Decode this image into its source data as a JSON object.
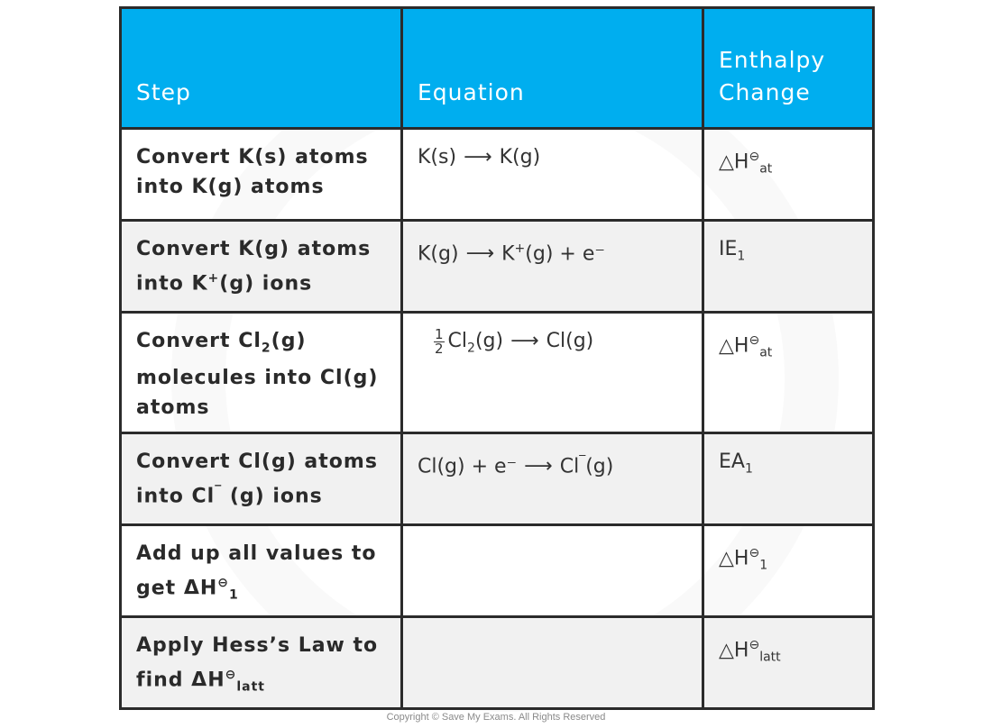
{
  "table": {
    "headers": [
      "Step",
      "Equation",
      "Enthalpy Change"
    ],
    "rows": [
      {
        "step": [
          "Convert K(s) atoms",
          "into K(g) atoms"
        ],
        "equation": {
          "lhs": "K(s)",
          "arrow": "⟶",
          "rhs": "K(g)"
        },
        "enthalpy": {
          "base": "△H",
          "sup": "⊖",
          "sub": "at"
        }
      },
      {
        "step": [
          "Convert K(g) atoms",
          "into K",
          "+",
          "(g) ions"
        ],
        "equation": {
          "lhs": "K(g)",
          "arrow": "⟶",
          "rhs_a": "K",
          "rhs_sup": "+",
          "rhs_b": "(g) + e⁻"
        },
        "enthalpy": {
          "base": "IE",
          "sub": "1"
        }
      },
      {
        "step": [
          "Convert Cl",
          "2",
          "(g)",
          "molecules into Cl(g)",
          "atoms"
        ],
        "equation": {
          "frac_num": "1",
          "frac_den": "2",
          "lhs_a": "Cl",
          "lhs_sub": "2",
          "lhs_b": "(g)",
          "arrow": "⟶",
          "rhs": "Cl(g)"
        },
        "enthalpy": {
          "base": "△H",
          "sup": "⊖",
          "sub": "at"
        }
      },
      {
        "step": [
          "Convert Cl(g) atoms",
          "into Cl",
          "‾",
          " (g) ions"
        ],
        "equation": {
          "lhs": "Cl(g) + e⁻",
          "arrow": "⟶",
          "rhs_a": "Cl",
          "rhs_sup": "‾",
          "rhs_b": "(g)"
        },
        "enthalpy": {
          "base": "EA",
          "sub": "1"
        }
      },
      {
        "step": [
          "Add up all values to",
          "get ΔH",
          "⊖",
          "1"
        ],
        "equation": {},
        "enthalpy": {
          "base": "△H",
          "sup": "⊖",
          "sub": "1"
        }
      },
      {
        "step": [
          "Apply Hess’s Law to",
          "find ΔH",
          "⊖",
          "latt"
        ],
        "equation": {},
        "enthalpy": {
          "base": "△H",
          "sup": "⊖",
          "sub": "latt"
        }
      }
    ]
  },
  "footer": "Copyright © Save My Exams. All Rights Reserved",
  "colors": {
    "header_bg": "#00aeef",
    "header_text": "#ffffff",
    "border": "#2b2b2b",
    "row_shade": "#f1f1f1"
  }
}
